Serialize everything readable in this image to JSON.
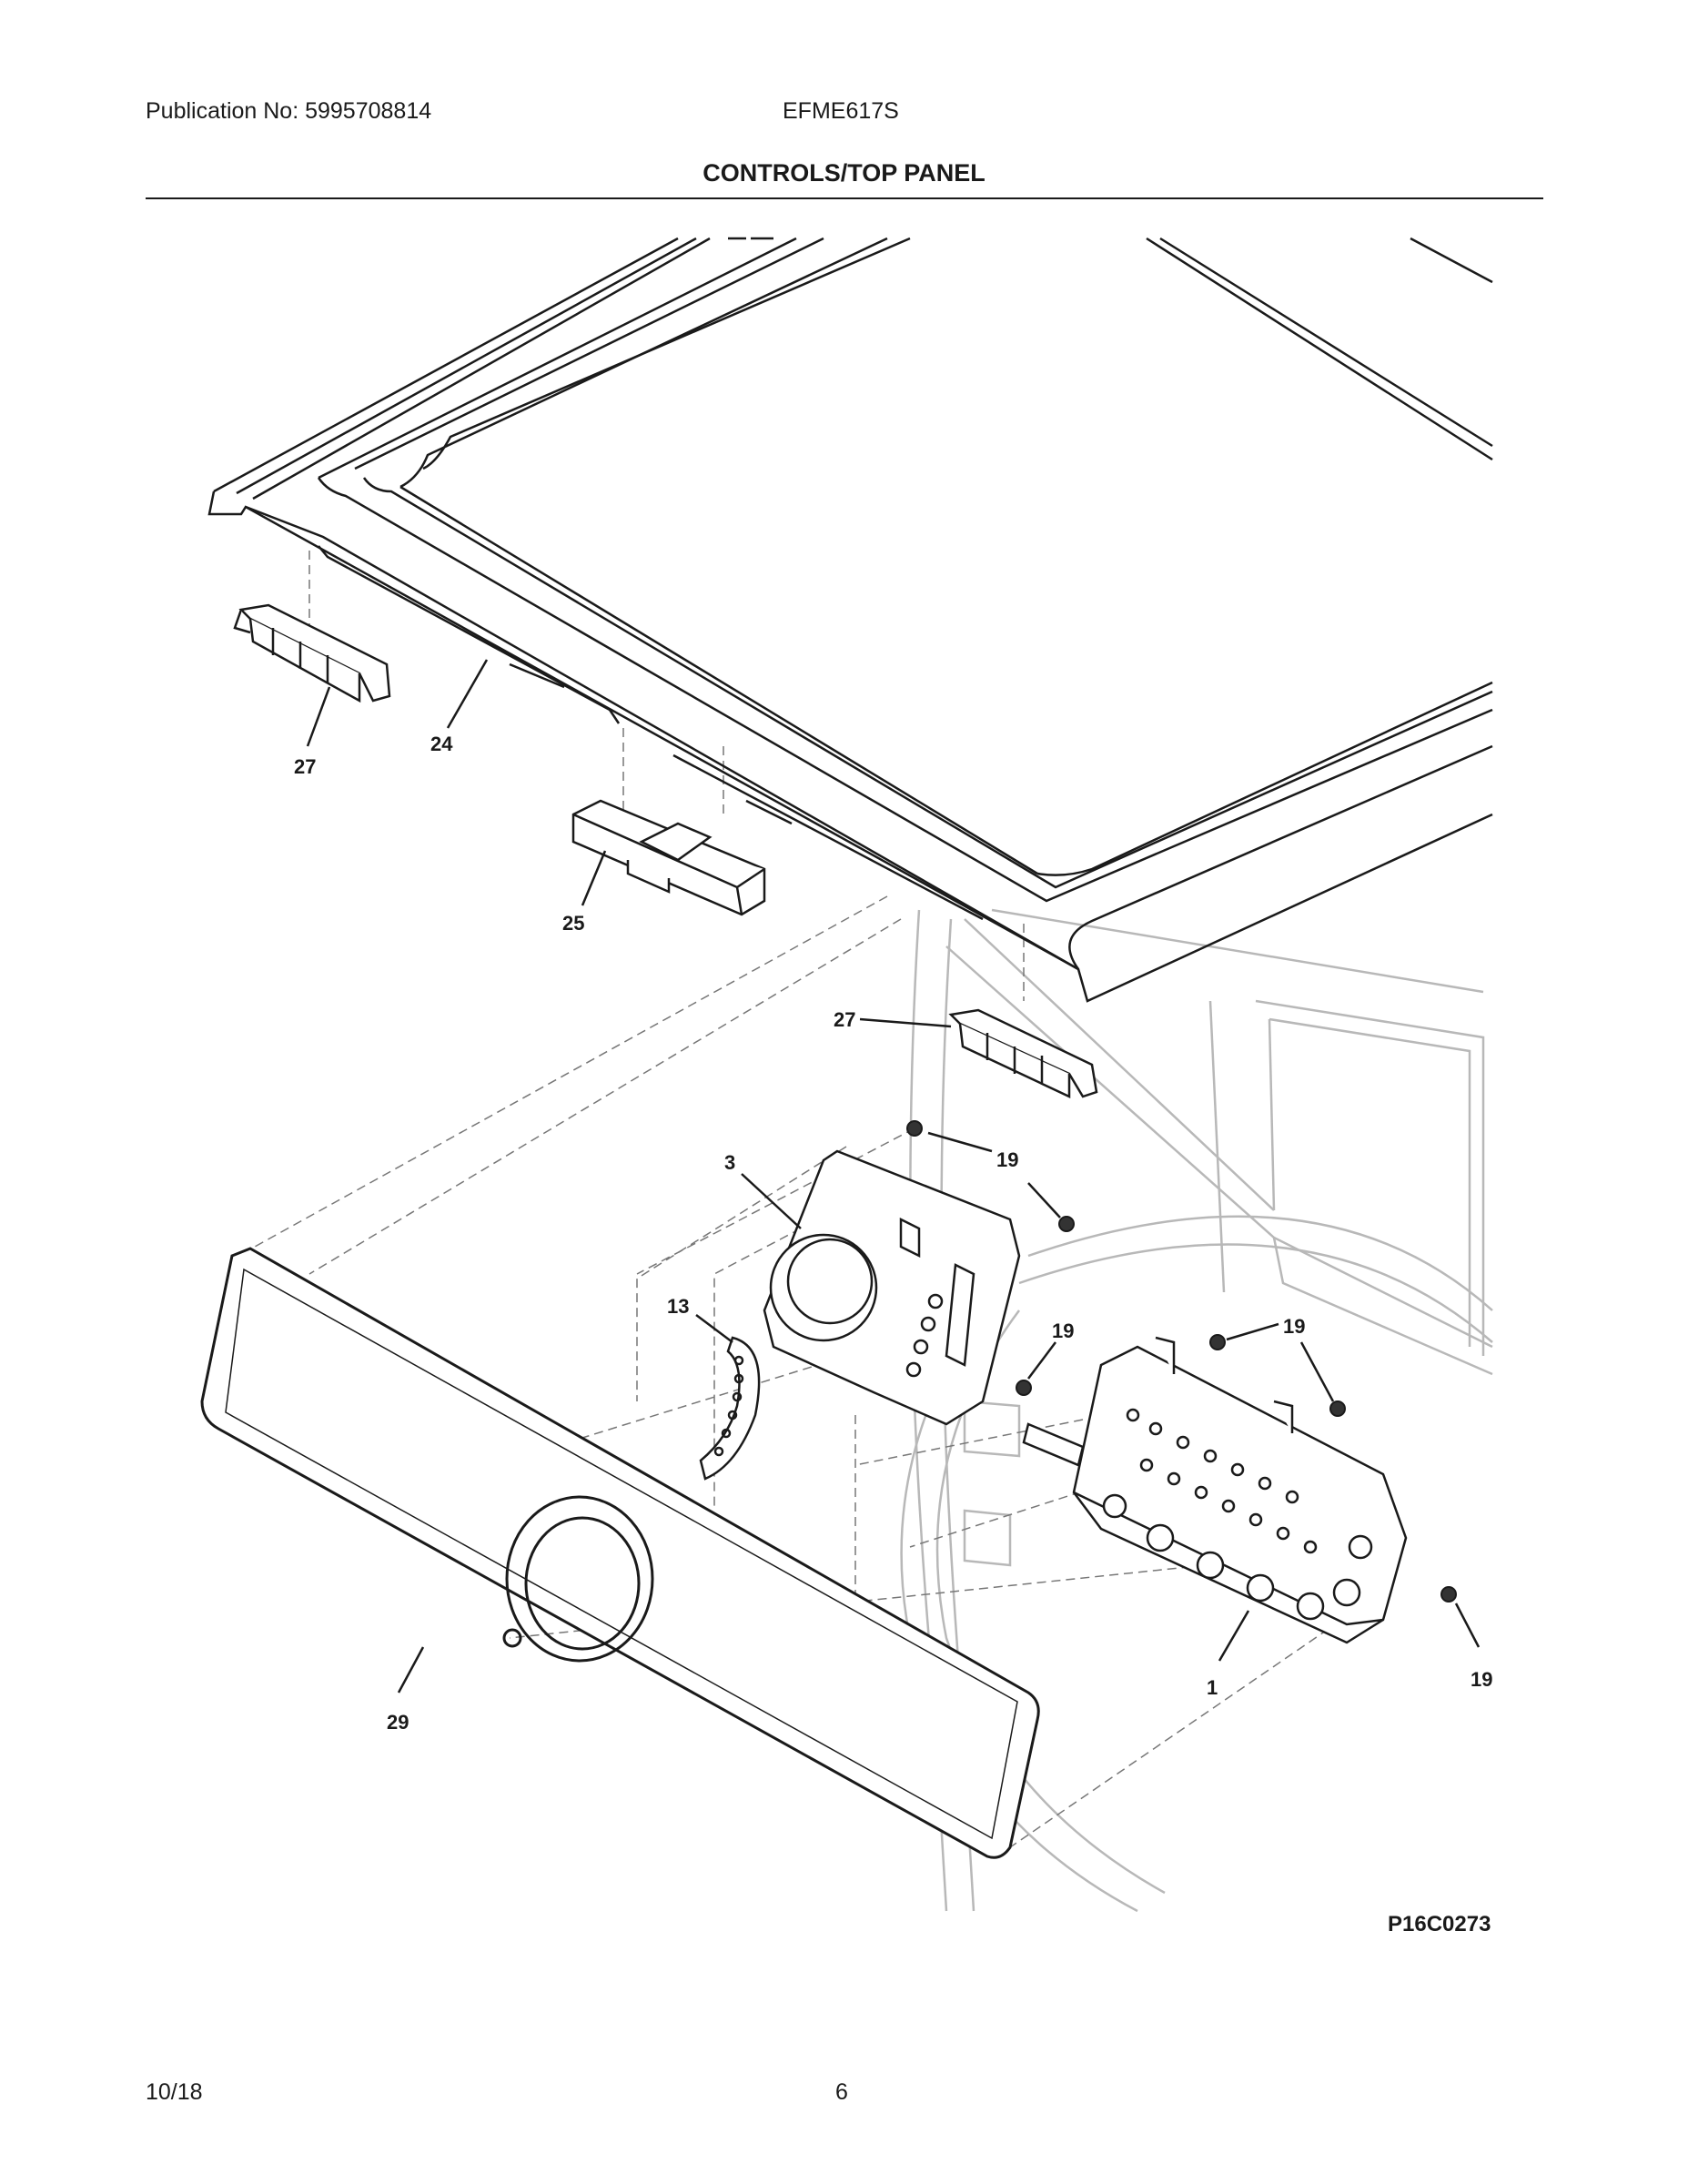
{
  "header": {
    "publication": "Publication No: 5995708814",
    "model": "EFME617S",
    "title": "CONTROLS/TOP PANEL"
  },
  "callouts": {
    "top_panel": "24",
    "end_cap_left": "27",
    "end_cap_right": "27",
    "dispenser_cover": "25",
    "knob_housing": "3",
    "light_guide": "13",
    "screw_a": "19",
    "screw_b": "19",
    "screw_c": "19",
    "screw_d": "19",
    "control_board": "1",
    "console_panel": "29"
  },
  "figure_id": "P16C0273",
  "footer": {
    "date": "10/18",
    "page": "6"
  }
}
